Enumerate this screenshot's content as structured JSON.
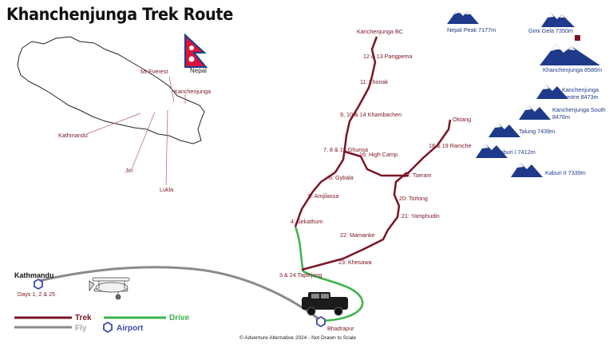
{
  "title": "Khanchenjunga Trek Route",
  "nepal_flag_label": "Nepal",
  "inset_labels": {
    "everest": "Mt Everest",
    "kanchenjunga": "Kanchenjunga",
    "kathmandu": "Kathmandu",
    "jiri": "Jiri",
    "lukla": "Lukla"
  },
  "route_points": {
    "kanchenjunga_bc": "Kanchenjunga BC",
    "pangpema": "12 & 13 Pangpema",
    "lhonak": "11: Lhonak",
    "khambachen": "9, 10 & 14  Khambachen",
    "ghunsa": "7, 8 & 15 Ghunsa",
    "high_camp": "16: High Camp",
    "gybala": "6: Gybala",
    "amjilassa": "5: Amjilassa",
    "sekathum": "4: Sekathum",
    "taplejung": "3 & 24 Taplejung",
    "khesawa": "23: Khesawa",
    "mamanke": "22: Mamanke",
    "yamphudin": "21: Yamphudin",
    "tortong": "20: Tortong",
    "tseram": "17: Tseram",
    "ramche": "18 & 19 Ramche",
    "oktang": "Oktang",
    "bhadrapur": "Bhadrapur",
    "kathmandu": "Kathmandu",
    "kathmandu_days": "Days 1, 2 & 25"
  },
  "peaks": [
    "Nepal Peak 7177m",
    "Gimi Gela 7350m",
    "Khanchenjunga 8586m",
    "Kanchenjunga",
    "Centre 8473m",
    "Kanchenjunga South",
    "8476m",
    "Talung 7439m",
    "Kaburi I 7412m",
    "Kaburi II 7339m"
  ],
  "legend": {
    "trek": "Trek",
    "drive": "Drive",
    "fly": "Fly",
    "airport": "Airport"
  },
  "footer": "© Adventure Alternative  2024  - Not Drawn to Scale",
  "colors": {
    "trek": "#7a1424",
    "drive": "#3bb34a",
    "fly": "#8a8a8a",
    "airport": "#3b4aa8",
    "peak": "#1f3a8a"
  }
}
